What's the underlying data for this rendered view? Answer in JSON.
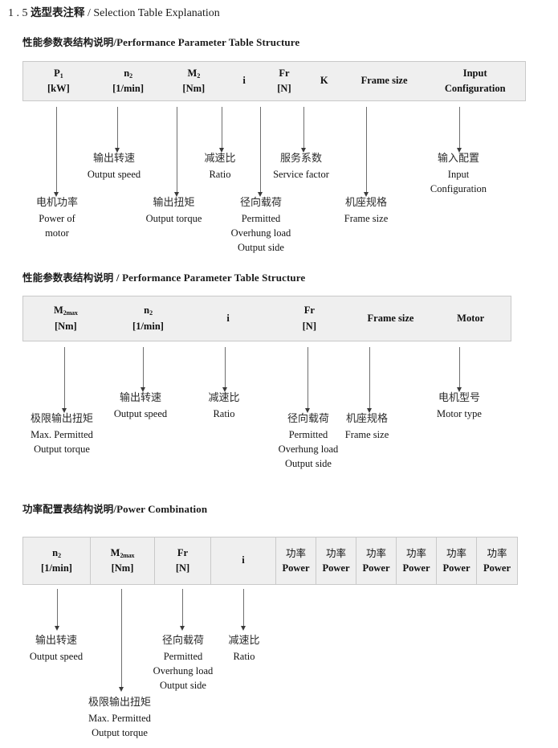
{
  "document": {
    "section_number": "1 . 5",
    "section_title_cn": "选型表注释",
    "section_title_sep": "/",
    "section_title_en": "Selection Table Explanation"
  },
  "sections": [
    {
      "heading_cn": "性能参数表结构说明",
      "heading_sep": "/",
      "heading_en": "Performance Parameter Table Structure",
      "table": {
        "columns": [
          {
            "line1": "P",
            "sub1": "1",
            "line2": "[kW]"
          },
          {
            "line1": "n",
            "sub1": "2",
            "line2": "[1/min]"
          },
          {
            "line1": "M",
            "sub1": "2",
            "line2": "[Nm]"
          },
          {
            "line1": "i",
            "sub1": "",
            "line2": ""
          },
          {
            "line1": "Fr",
            "sub1": "",
            "line2": "[N]"
          },
          {
            "line1": "K",
            "sub1": "",
            "line2": ""
          },
          {
            "line1": "Frame size",
            "sub1": "",
            "line2": ""
          },
          {
            "line1": "Input",
            "sub1": "",
            "line2": "Configuration"
          }
        ]
      },
      "annotations": [
        {
          "cn": "电机功率",
          "en": [
            "Power of",
            "motor"
          ]
        },
        {
          "cn": "输出转速",
          "en": [
            "Output speed"
          ]
        },
        {
          "cn": "输出扭矩",
          "en": [
            "Output torque"
          ]
        },
        {
          "cn": "减速比",
          "en": [
            "Ratio"
          ]
        },
        {
          "cn": "径向载荷",
          "en": [
            "Permitted",
            "Overhung load",
            "Output side"
          ]
        },
        {
          "cn": "服务系数",
          "en": [
            "Service factor"
          ]
        },
        {
          "cn": "机座规格",
          "en": [
            "Frame size"
          ]
        },
        {
          "cn": "输入配置",
          "en": [
            "Input",
            "Configuration"
          ]
        }
      ]
    },
    {
      "heading_cn": "性能参数表结构说明",
      "heading_sep": "/",
      "heading_en": "Performance Parameter Table Structure",
      "table": {
        "columns": [
          {
            "line1": "M",
            "sub1": "2max",
            "line2": "[Nm]"
          },
          {
            "line1": "n",
            "sub1": "2",
            "line2": "[1/min]"
          },
          {
            "line1": "i",
            "sub1": "",
            "line2": ""
          },
          {
            "line1": "Fr",
            "sub1": "",
            "line2": "[N]"
          },
          {
            "line1": "Frame size",
            "sub1": "",
            "line2": ""
          },
          {
            "line1": "Motor",
            "sub1": "",
            "line2": ""
          }
        ]
      },
      "annotations": [
        {
          "cn": "极限输出扭矩",
          "en": [
            "Max. Permitted",
            "Output  torque"
          ]
        },
        {
          "cn": "输出转速",
          "en": [
            "Output speed"
          ]
        },
        {
          "cn": "减速比",
          "en": [
            "Ratio"
          ]
        },
        {
          "cn": "径向载荷",
          "en": [
            "Permitted",
            "Overhung load",
            "Output side"
          ]
        },
        {
          "cn": "机座规格",
          "en": [
            "Frame size"
          ]
        },
        {
          "cn": "电机型号",
          "en": [
            "Motor type"
          ]
        }
      ]
    },
    {
      "heading_cn": "功率配置表结构说明",
      "heading_sep": "/",
      "heading_en": "Power Combination",
      "table": {
        "columns": [
          {
            "line1": "n",
            "sub1": "2",
            "line2": "[1/min]"
          },
          {
            "line1": "M",
            "sub1": "2max",
            "line2": "[Nm]"
          },
          {
            "line1": "Fr",
            "sub1": "",
            "line2": "[N]"
          },
          {
            "line1": "i",
            "sub1": "",
            "line2": ""
          },
          {
            "line1_cn": "功率",
            "line2": "Power"
          },
          {
            "line1_cn": "功率",
            "line2": "Power"
          },
          {
            "line1_cn": "功率",
            "line2": "Power"
          },
          {
            "line1_cn": "功率",
            "line2": "Power"
          },
          {
            "line1_cn": "功率",
            "line2": "Power"
          },
          {
            "line1_cn": "功率",
            "line2": "Power"
          }
        ]
      },
      "annotations": [
        {
          "cn": "输出转速",
          "en": [
            "Output speed"
          ]
        },
        {
          "cn": "极限输出扭矩",
          "en": [
            "Max. Permitted",
            "Output  torque"
          ]
        },
        {
          "cn": "径向载荷",
          "en": [
            "Permitted",
            "Overhung load",
            "Output side"
          ]
        },
        {
          "cn": "减速比",
          "en": [
            "Ratio"
          ]
        }
      ]
    }
  ],
  "colors": {
    "table_fill": "#efefef",
    "table_border": "#c9c9c9",
    "arrow": "#6f6f6f",
    "text": "#1c1c1c"
  }
}
